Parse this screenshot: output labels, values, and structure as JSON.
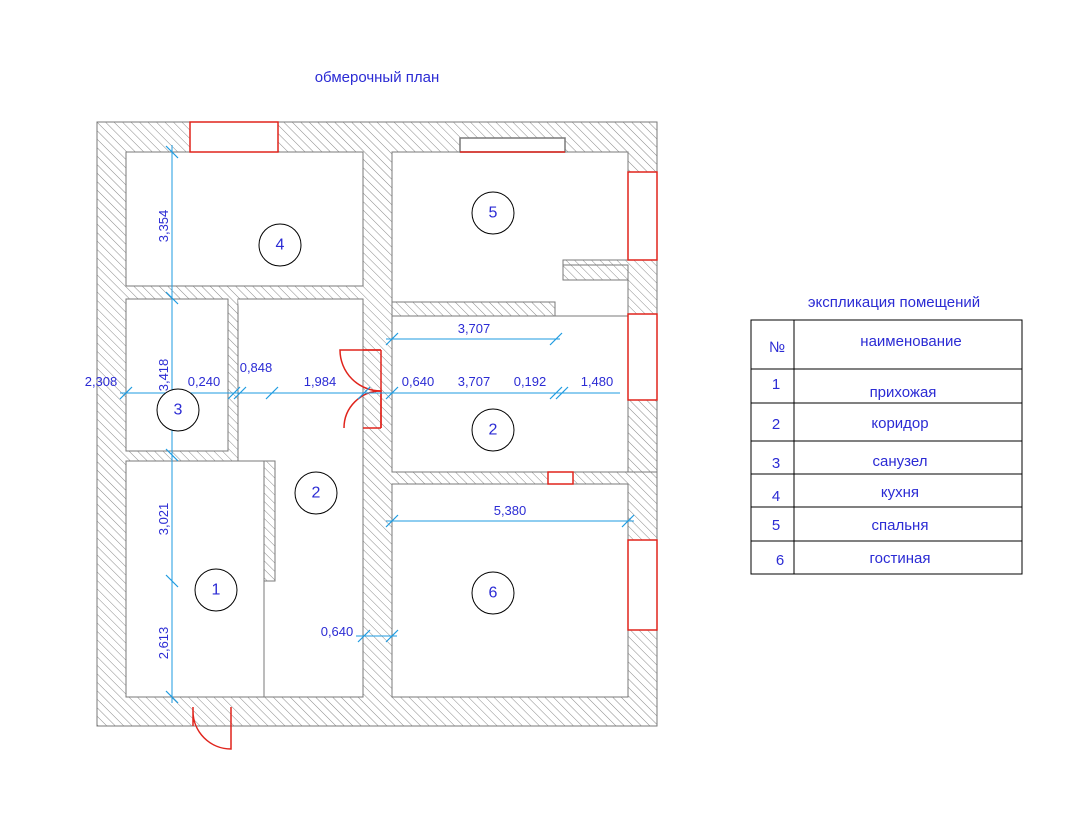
{
  "plan_title": "обмерочный план",
  "colors": {
    "text": "#2b2bd4",
    "dimension": "#1e9be0",
    "wall": "#7a7a7a",
    "window": "#e0241c"
  },
  "rooms": [
    {
      "label": "4"
    },
    {
      "label": "5"
    },
    {
      "label": "3"
    },
    {
      "label": "2"
    },
    {
      "label": "2"
    },
    {
      "label": "1"
    },
    {
      "label": "6"
    }
  ],
  "dimensions": [
    "3,354",
    "3,418",
    "3,021",
    "2,613",
    "2,308",
    "0,240",
    "0,848",
    "1,984",
    "0,640",
    "3,707",
    "0,192",
    "1,480",
    "3,707",
    "5,380",
    "0,640"
  ],
  "legend": {
    "title": "экспликация помещений",
    "header": {
      "num": "№",
      "name": "наименование"
    },
    "rows": [
      {
        "num": "1",
        "name": "прихожая"
      },
      {
        "num": "2",
        "name": "коридор"
      },
      {
        "num": "3",
        "name": "санузел"
      },
      {
        "num": "4",
        "name": "кухня"
      },
      {
        "num": "5",
        "name": "спальня"
      },
      {
        "num": "6",
        "name": "гостиная"
      }
    ]
  }
}
